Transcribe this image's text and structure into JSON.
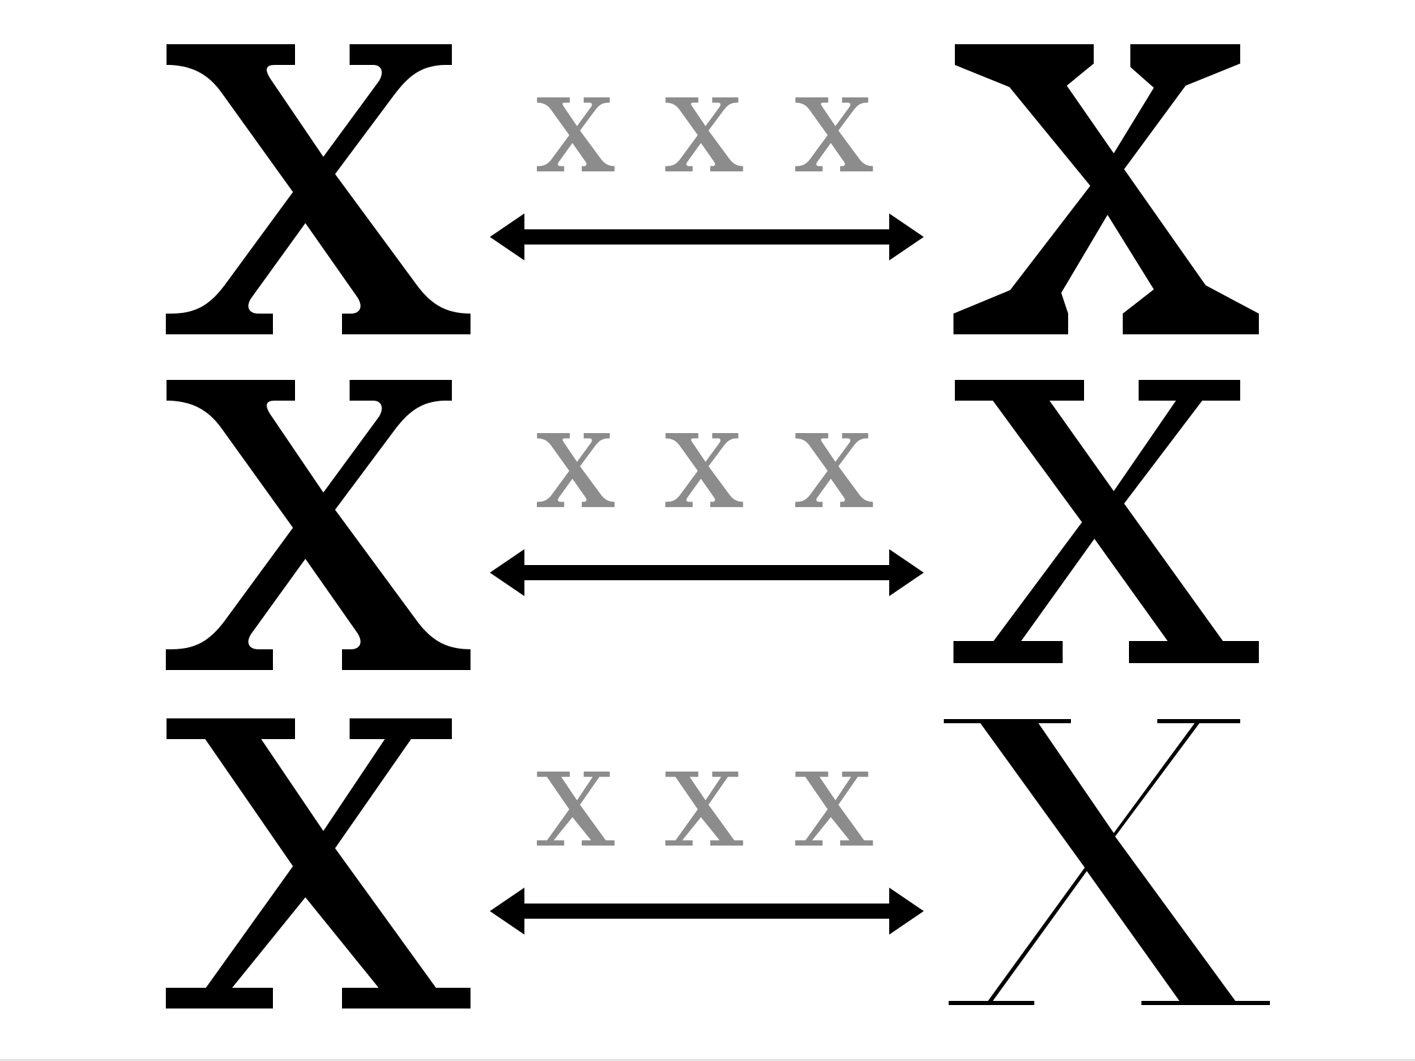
{
  "colors": {
    "glyph": "#000000",
    "intermediate": "#8c8c8c",
    "arrow": "#000000",
    "background": "#ffffff"
  },
  "rows": [
    {
      "source": {
        "glyph": "X",
        "style": "swash-serif-bold"
      },
      "intermediates": [
        "X",
        "X",
        "X"
      ],
      "arrow": "double-headed-arrow",
      "target": {
        "glyph": "X",
        "style": "wedge-serif-bold"
      }
    },
    {
      "source": {
        "glyph": "X",
        "style": "swash-serif-bold"
      },
      "intermediates": [
        "X",
        "X",
        "X"
      ],
      "arrow": "double-headed-arrow",
      "target": {
        "glyph": "X",
        "style": "slab-serif-bold"
      }
    },
    {
      "source": {
        "glyph": "X",
        "style": "slab-serif-bold"
      },
      "intermediates": [
        "X",
        "X",
        "X"
      ],
      "arrow": "double-headed-arrow",
      "target": {
        "glyph": "X",
        "style": "hairline-serif-contrast"
      }
    }
  ]
}
